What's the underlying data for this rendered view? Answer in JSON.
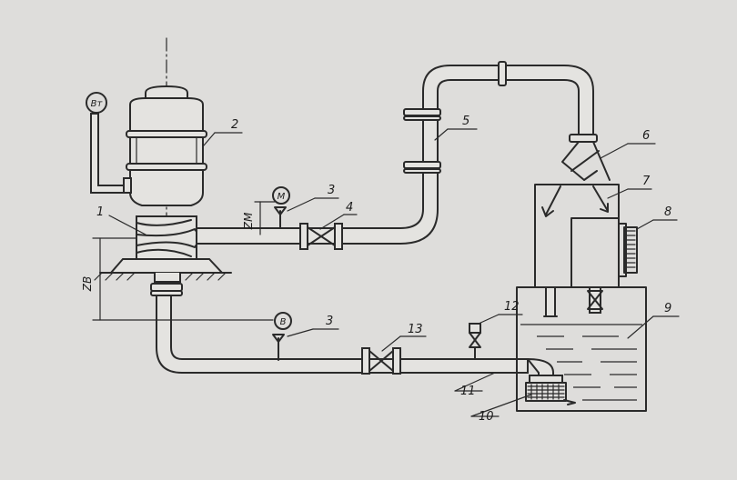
{
  "gauges": {
    "vacuum": "Вт",
    "manometer": "М",
    "vacuum_b": "В"
  },
  "dims": {
    "zm": "ZМ",
    "zb": "ZВ"
  },
  "labels": {
    "l1": "1",
    "l2": "2",
    "l3a": "3",
    "l3b": "3",
    "l4": "4",
    "l5": "5",
    "l6": "6",
    "l7": "7",
    "l8": "8",
    "l9": "9",
    "l10": "10",
    "l11": "11",
    "l12": "12",
    "l13": "13"
  }
}
